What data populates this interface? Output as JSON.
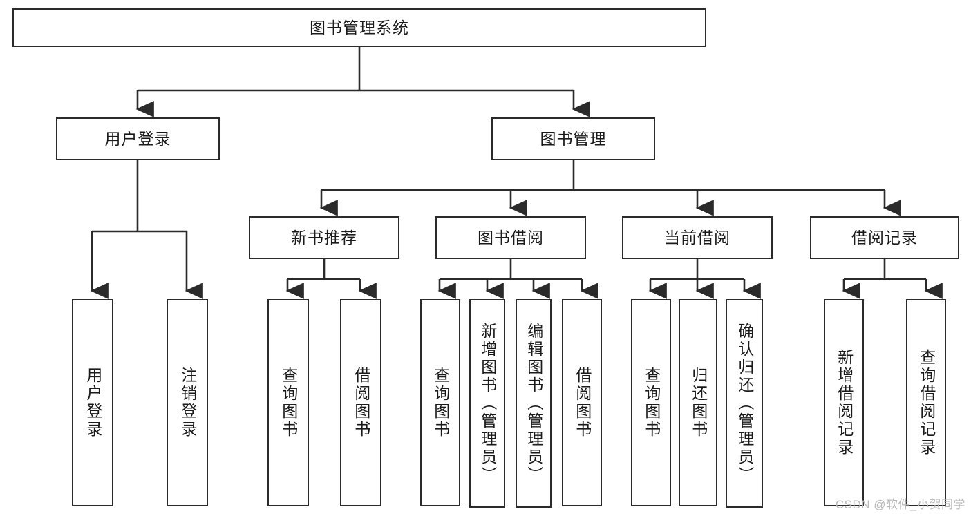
{
  "diagram": {
    "title": "图书管理系统",
    "type": "tree-hierarchy",
    "watermark": "CSDN @软件_小贺同学",
    "colors": {
      "border": "#2b2b2b",
      "background": "#ffffff",
      "text": "#1a1a1a",
      "watermark": "#b9b9b9"
    },
    "nodes": {
      "root": {
        "label": "图书管理系统"
      },
      "level2": [
        {
          "label": "用户登录"
        },
        {
          "label": "图书管理"
        }
      ],
      "level3": [
        {
          "label": "新书推荐"
        },
        {
          "label": "图书借阅"
        },
        {
          "label": "当前借阅"
        },
        {
          "label": "借阅记录"
        }
      ],
      "leaves": {
        "user_login": [
          {
            "label": "用户登录"
          },
          {
            "label": "注销登录"
          }
        ],
        "new_book": [
          {
            "label": "查询图书"
          },
          {
            "label": "借阅图书"
          }
        ],
        "book_borrow": [
          {
            "label": "查询图书"
          },
          {
            "label": "新增图书（管理员）"
          },
          {
            "label": "编辑图书（管理员）"
          },
          {
            "label": "借阅图书"
          }
        ],
        "current_borrow": [
          {
            "label": "查询图书"
          },
          {
            "label": "归还图书"
          },
          {
            "label": "确认归还（管理员）"
          }
        ],
        "borrow_record": [
          {
            "label": "新增借阅记录"
          },
          {
            "label": "查询借阅记录"
          }
        ]
      }
    }
  }
}
